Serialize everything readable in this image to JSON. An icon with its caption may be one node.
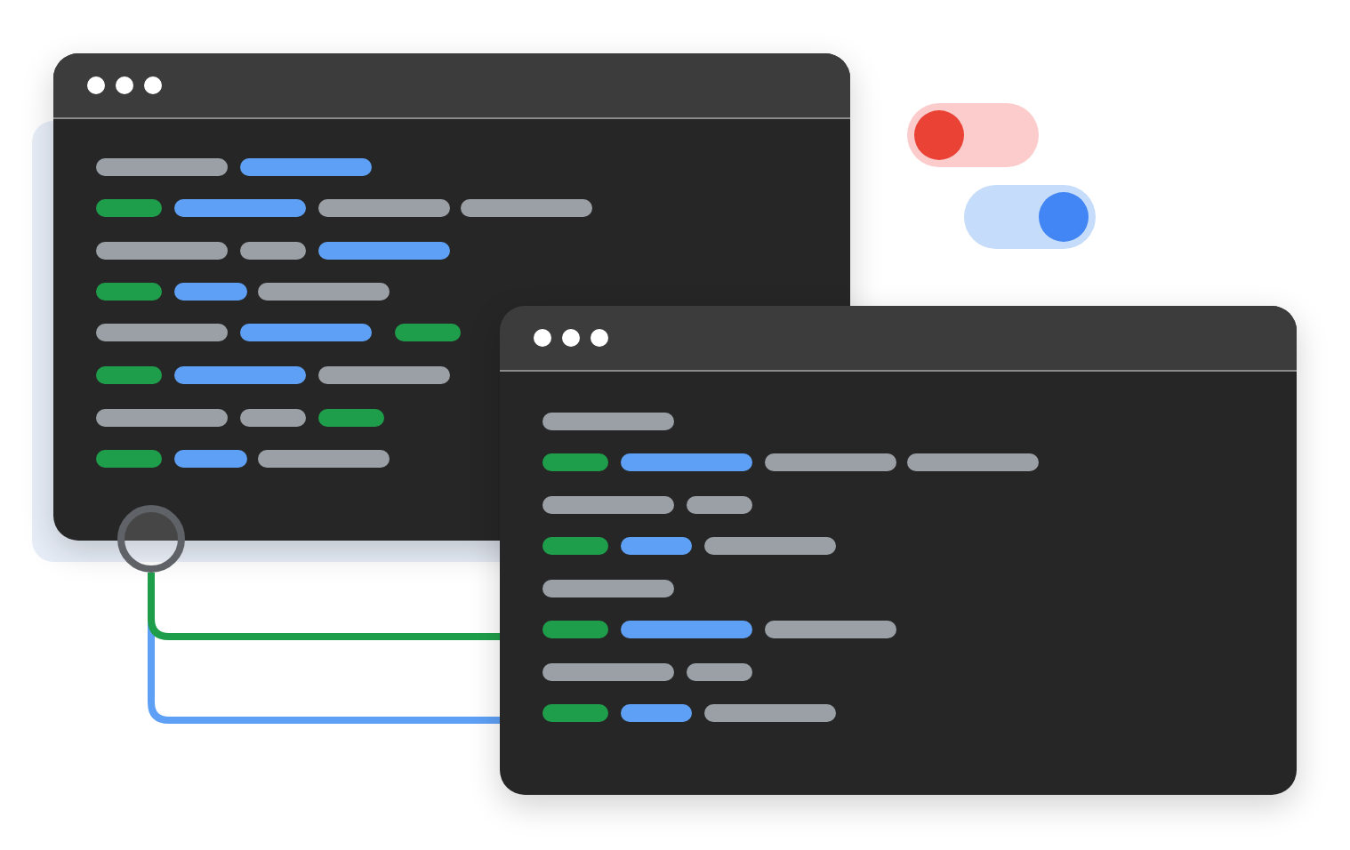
{
  "diagram": {
    "nodes": [
      {
        "text": [],
        "shape": "box"
      },
      {
        "text": [],
        "shape": "box"
      },
      {
        "text": [],
        "shape": "circle"
      }
    ],
    "edges": [
      {
        "from": 2,
        "to": 1,
        "arrow": "none",
        "color": "#1e9e4a"
      },
      {
        "from": 2,
        "to": 1,
        "arrow": "none",
        "color": "#5ea0f5"
      }
    ]
  }
}
